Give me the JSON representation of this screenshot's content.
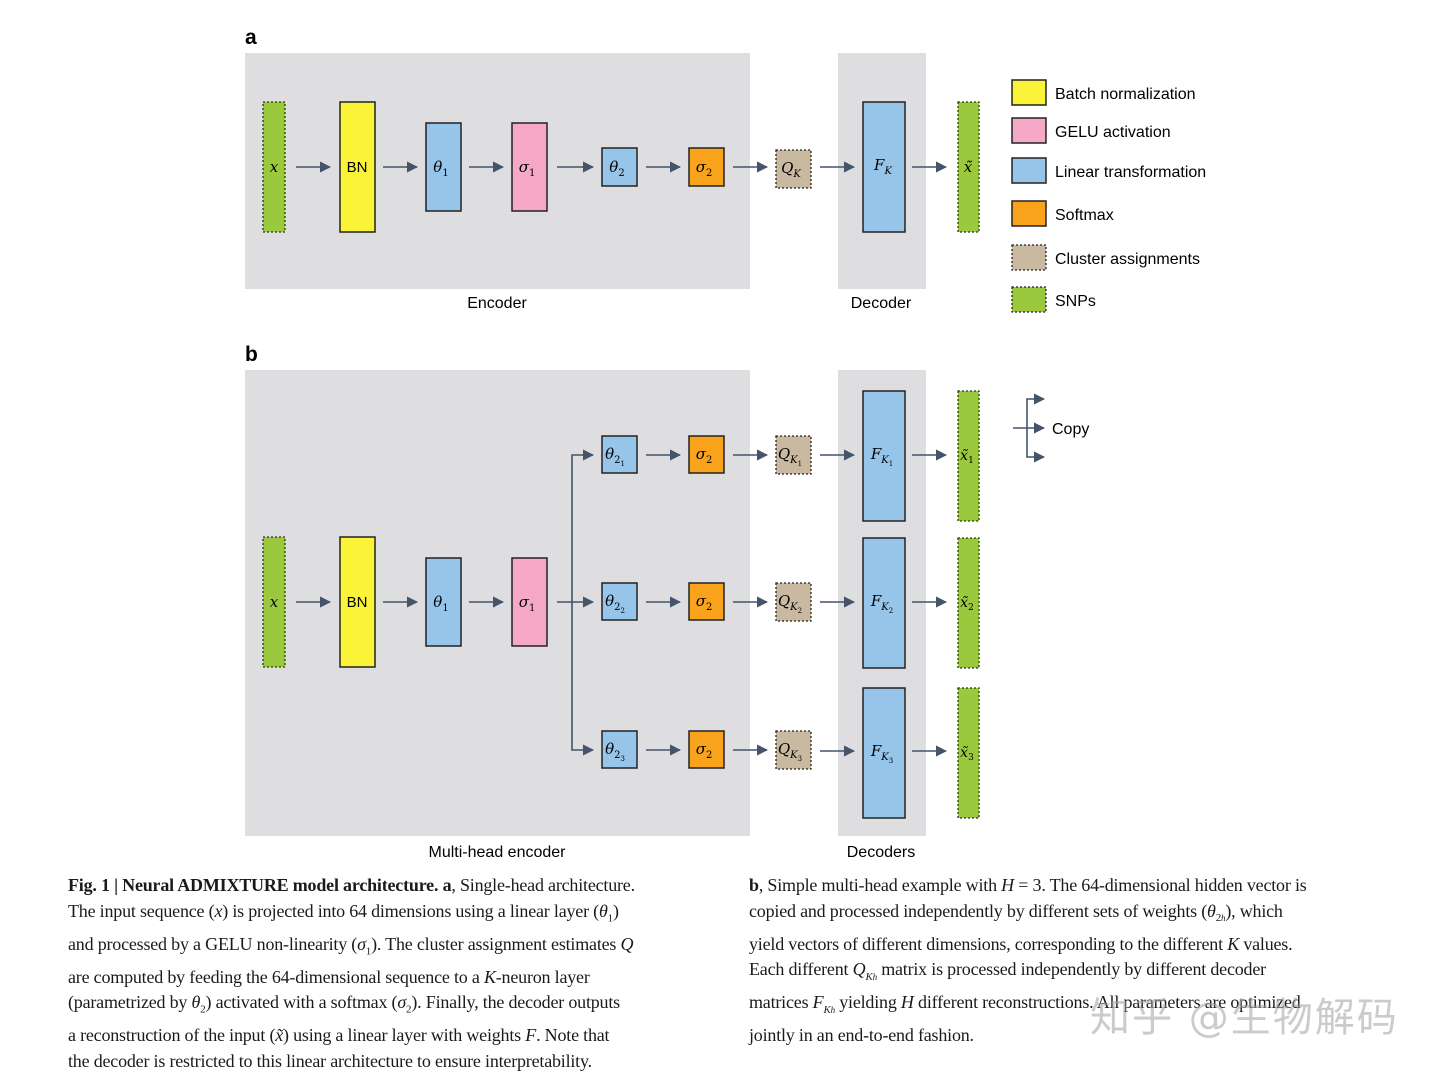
{
  "panels": {
    "a": {
      "letter": "a",
      "group_labels": {
        "encoder": "Encoder",
        "decoder": "Decoder"
      }
    },
    "b": {
      "letter": "b",
      "group_labels": {
        "encoder": "Multi-head encoder",
        "decoder": "Decoders"
      },
      "copy_label": "Copy"
    }
  },
  "nodes": {
    "input": {
      "base": "x"
    },
    "bn": {
      "base": "BN"
    },
    "theta1": {
      "base": "θ",
      "sub": "1"
    },
    "sigma1": {
      "base": "σ",
      "sub": "1"
    },
    "theta2": {
      "base": "θ",
      "sub": "2"
    },
    "sigma2": {
      "base": "σ",
      "sub": "2"
    },
    "q": {
      "base": "Q",
      "sub": "K"
    },
    "f": {
      "base": "F",
      "sub": "K"
    },
    "xhat": {
      "base": "x̃"
    },
    "heads": [
      {
        "theta_sub": "2",
        "theta_subsub": "1",
        "q_sub": "K",
        "q_subsub": "1",
        "f_sub": "K",
        "f_subsub": "1",
        "xhat_sub": "1"
      },
      {
        "theta_sub": "2",
        "theta_subsub": "2",
        "q_sub": "K",
        "q_subsub": "2",
        "f_sub": "K",
        "f_subsub": "2",
        "xhat_sub": "2"
      },
      {
        "theta_sub": "2",
        "theta_subsub": "3",
        "q_sub": "K",
        "q_subsub": "3",
        "f_sub": "K",
        "f_subsub": "3",
        "xhat_sub": "3"
      }
    ]
  },
  "legend": [
    {
      "label": "Batch normalization",
      "color": "#fbf337",
      "dotted": false
    },
    {
      "label": "GELU activation",
      "color": "#f6a9c6",
      "dotted": false
    },
    {
      "label": "Linear transformation",
      "color": "#97c5ea",
      "dotted": false
    },
    {
      "label": "Softmax",
      "color": "#f8a31b",
      "dotted": false
    },
    {
      "label": "Cluster assignments",
      "color": "#c8b9a0",
      "dotted": true
    },
    {
      "label": "SNPs",
      "color": "#9ac93e",
      "dotted": true
    }
  ],
  "colors": {
    "panel_bg": "#dedee0",
    "arrow": "#44546a",
    "bn": "#fbf337",
    "gelu": "#f6a9c6",
    "linear": "#97c5ea",
    "softmax": "#f8a31b",
    "cluster": "#c8b9a0",
    "snp": "#9ac93e"
  },
  "caption": {
    "left": {
      "fig_label": "Fig. 1 | Neural ADMIXTURE model architecture.",
      "a_letter": "a",
      "l1": ", Single-head architecture.",
      "l2a": "The input sequence (",
      "l2x": "x",
      "l2b": ") is projected into 64 dimensions using a linear layer (",
      "l2t": "θ",
      "l2s": "1",
      "l2c": ")",
      "l3a": "and processed by a GELU non-linearity (",
      "l3t": "σ",
      "l3s": "1",
      "l3b": "). The cluster assignment estimates ",
      "l3q": "Q",
      "l4a": "are computed by feeding the 64-dimensional sequence to a ",
      "l4k": "K",
      "l4b": "-neuron layer",
      "l5a": "(parametrized by ",
      "l5t": "θ",
      "l5s": "2",
      "l5b": ") activated with a softmax (",
      "l5g": "σ",
      "l5gs": "2",
      "l5c": "). Finally, the decoder outputs",
      "l6a": "a reconstruction of the input (",
      "l6x": "x̃",
      "l6b": ") using a linear layer with weights ",
      "l6f": "F",
      "l6c": ". Note that",
      "l7": "the decoder is restricted to this linear architecture to ensure interpretability."
    },
    "right": {
      "b_letter": "b",
      "r1a": ", Simple multi-head example with ",
      "r1h": "H",
      "r1b": " = 3. The 64-dimensional hidden vector is",
      "r2a": "copied and processed independently by different sets of weights (",
      "r2t": "θ",
      "r2s": "2",
      "r2ss": "h",
      "r2b": "), which",
      "r3a": "yield vectors of different dimensions, corresponding to the different ",
      "r3k": "K",
      "r3b": " values.",
      "r4a": "Each different ",
      "r4q": "Q",
      "r4s": "K",
      "r4ss": "h",
      "r4b": " matrix is processed independently by different decoder",
      "r5a": "matrices ",
      "r5f": "F",
      "r5s": "K",
      "r5ss": "h",
      "r5b": " yielding ",
      "r5h": "H",
      "r5c": " different reconstructions. All parameters are optimized",
      "r6": "jointly in an end-to-end fashion."
    }
  },
  "watermark": "知乎 @生物解码"
}
